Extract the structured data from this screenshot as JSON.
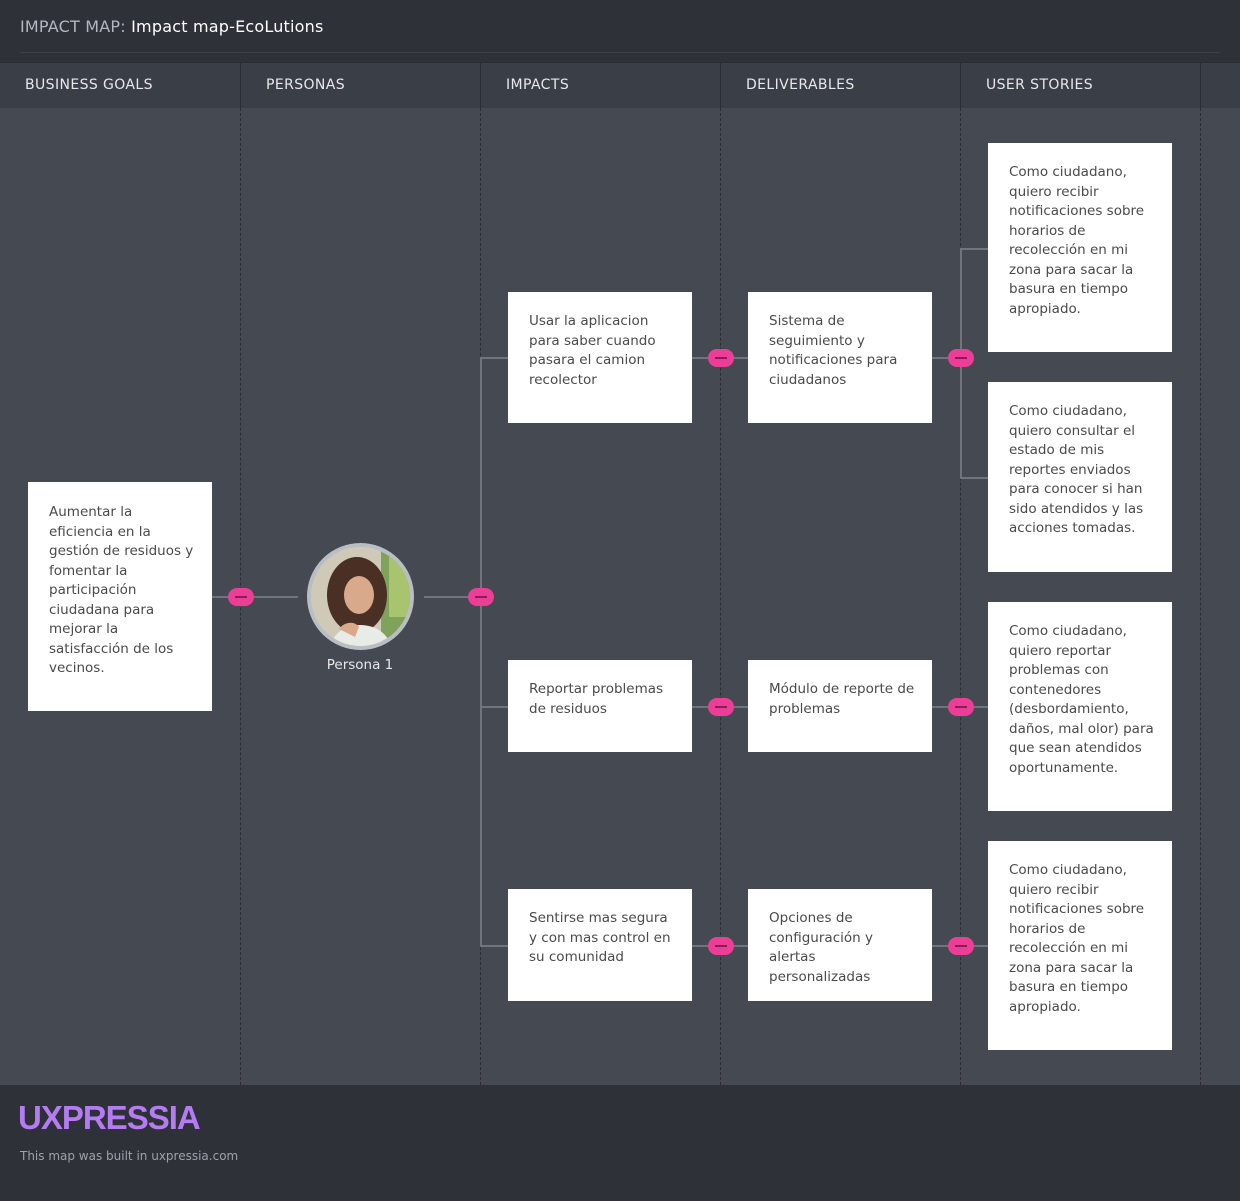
{
  "header": {
    "prefix": "IMPACT MAP:",
    "map_name": "Impact map-EcoLutions"
  },
  "columns": [
    "BUSINESS GOALS",
    "PERSONAS",
    "IMPACTS",
    "DELIVERABLES",
    "USER STORIES"
  ],
  "business_goal": "Aumentar la eficiencia en la gestión de residuos y fomentar la participación ciudadana para mejorar la satisfacción de los vecinos.",
  "persona": {
    "name": "Persona 1",
    "avatar_icon": "persona-photo"
  },
  "impacts": [
    "Usar la aplicacion para saber cuando pasara el camion recolector",
    "Reportar problemas de residuos",
    "Sentirse mas segura y con mas control en su comunidad"
  ],
  "deliverables": [
    "Sistema de seguimiento y notificaciones para ciudadanos",
    "Módulo de reporte de problemas",
    "Opciones de configuración y alertas personalizadas"
  ],
  "user_stories": [
    "Como ciudadano, quiero recibir notificaciones sobre horarios de recolección en mi zona para sacar la basura en tiempo apropiado.",
    "Como ciudadano, quiero consultar el estado de mis reportes enviados para conocer si han sido atendidos y las acciones tomadas.",
    "Como ciudadano, quiero reportar problemas con contenedores (desbordamiento, daños, mal olor) para que sean atendidos oportunamente.",
    "Como ciudadano, quiero recibir notificaciones sobre horarios de recolección en mi zona para sacar la basura en tiempo apropiado."
  ],
  "colors": {
    "toggle": "#ec3e96",
    "logo": "#b47bf2",
    "canvas": "#454a52"
  },
  "footer": {
    "logo": "UXPRESSIA",
    "built_text": "This map was built in uxpressia.com"
  }
}
